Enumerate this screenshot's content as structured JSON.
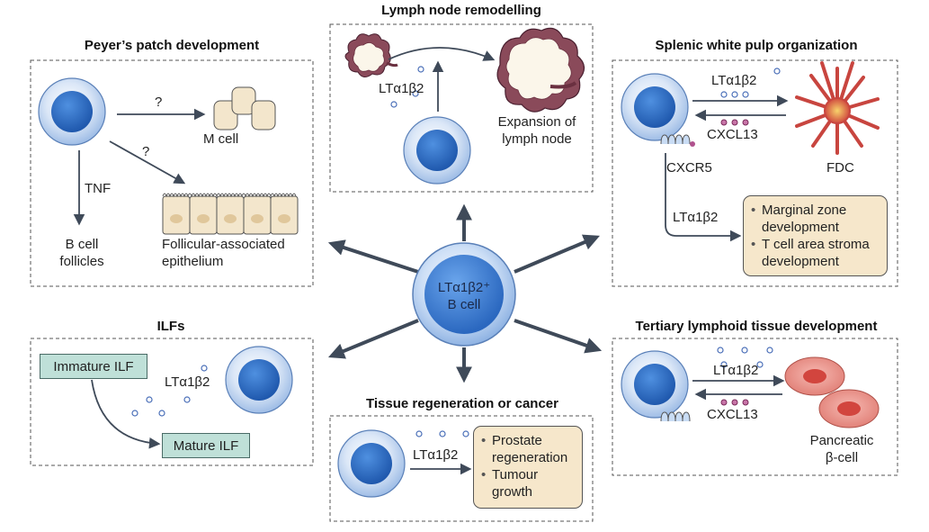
{
  "panels": {
    "peyers": {
      "title": "Peyer’s patch development",
      "q1": "?",
      "q2": "?",
      "m_cell": "M cell",
      "tnf": "TNF",
      "b_cell_follicles_1": "B cell",
      "b_cell_follicles_2": "follicles",
      "fae_1": "Follicular-associated",
      "fae_2": "epithelium"
    },
    "lymph_node": {
      "title": "Lymph node remodelling",
      "lt": "LTα1β2",
      "expansion_1": "Expansion of",
      "expansion_2": "lymph node"
    },
    "splenic": {
      "title": "Splenic white pulp organization",
      "lt_top": "LTα1β2",
      "cxcl13": "CXCL13",
      "cxcr5": "CXCR5",
      "fdc": "FDC",
      "lt_bottom": "LTα1β2",
      "outcomes": [
        "Marginal zone development",
        "T cell area stroma development"
      ],
      "outcome_lines": [
        [
          "Marginal zone",
          "development"
        ],
        [
          "T cell area stroma",
          "development"
        ]
      ]
    },
    "ilfs": {
      "title": "ILFs",
      "immature": "Immature ILF",
      "mature": "Mature ILF",
      "lt": "LTα1β2"
    },
    "tissue": {
      "title": "Tissue regeneration or cancer",
      "lt": "LTα1β2",
      "outcome_lines": [
        [
          "Prostate",
          "regeneration"
        ],
        [
          "Tumour",
          "growth"
        ]
      ]
    },
    "tertiary": {
      "title": "Tertiary lymphoid tissue development",
      "lt": "LTα1β2",
      "cxcl13": "CXCL13",
      "pancreatic_1": "Pancreatic",
      "pancreatic_2": "β-cell"
    }
  },
  "center": {
    "line1": "LTα1β2⁺",
    "line2": "B cell"
  },
  "colors": {
    "cell_outer": "#c9dcf4",
    "cell_inner": "#2f6fc7",
    "lt_dot": "#8fb0e6",
    "cxcl_dot": "#b0528e",
    "arrow": "#3f4a59",
    "panel_border": "#555555",
    "ilf_fill": "#bfe0d8",
    "outcome_fill": "#f6e7cb",
    "pancreatic": "#e6827a",
    "fdc": "#c8453f"
  }
}
